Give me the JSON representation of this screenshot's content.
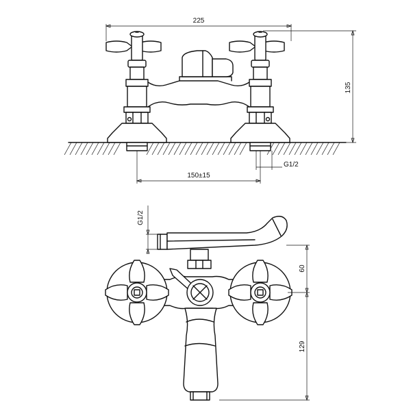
{
  "dimensions": {
    "overall_width": "225",
    "overall_height": "135",
    "centers": "150±15",
    "thread_top": "G1/2",
    "thread_bottom": "G1/2",
    "spout_height": "60",
    "body_height": "129"
  }
}
